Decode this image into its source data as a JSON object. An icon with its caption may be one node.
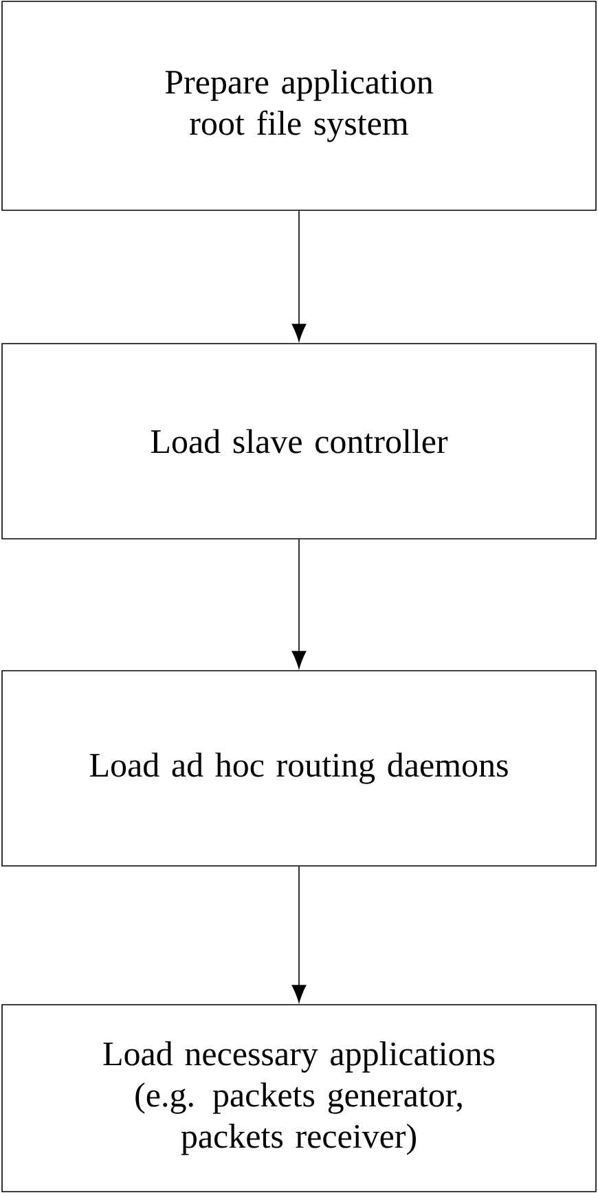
{
  "diagram": {
    "nodes": [
      {
        "text": [
          "Prepare application root file system"
        ]
      },
      {
        "text": [
          "Load slave controller"
        ]
      },
      {
        "text": [
          "Load ad hoc routing daemons"
        ]
      },
      {
        "text": [
          "Load necessary applications (e.g. packets generator, packets receiver)"
        ]
      }
    ],
    "edges": [
      {
        "from": 0,
        "to": 1,
        "arrow": "to"
      },
      {
        "from": 1,
        "to": 2,
        "arrow": "to"
      },
      {
        "from": 2,
        "to": 3,
        "arrow": "to"
      }
    ]
  }
}
